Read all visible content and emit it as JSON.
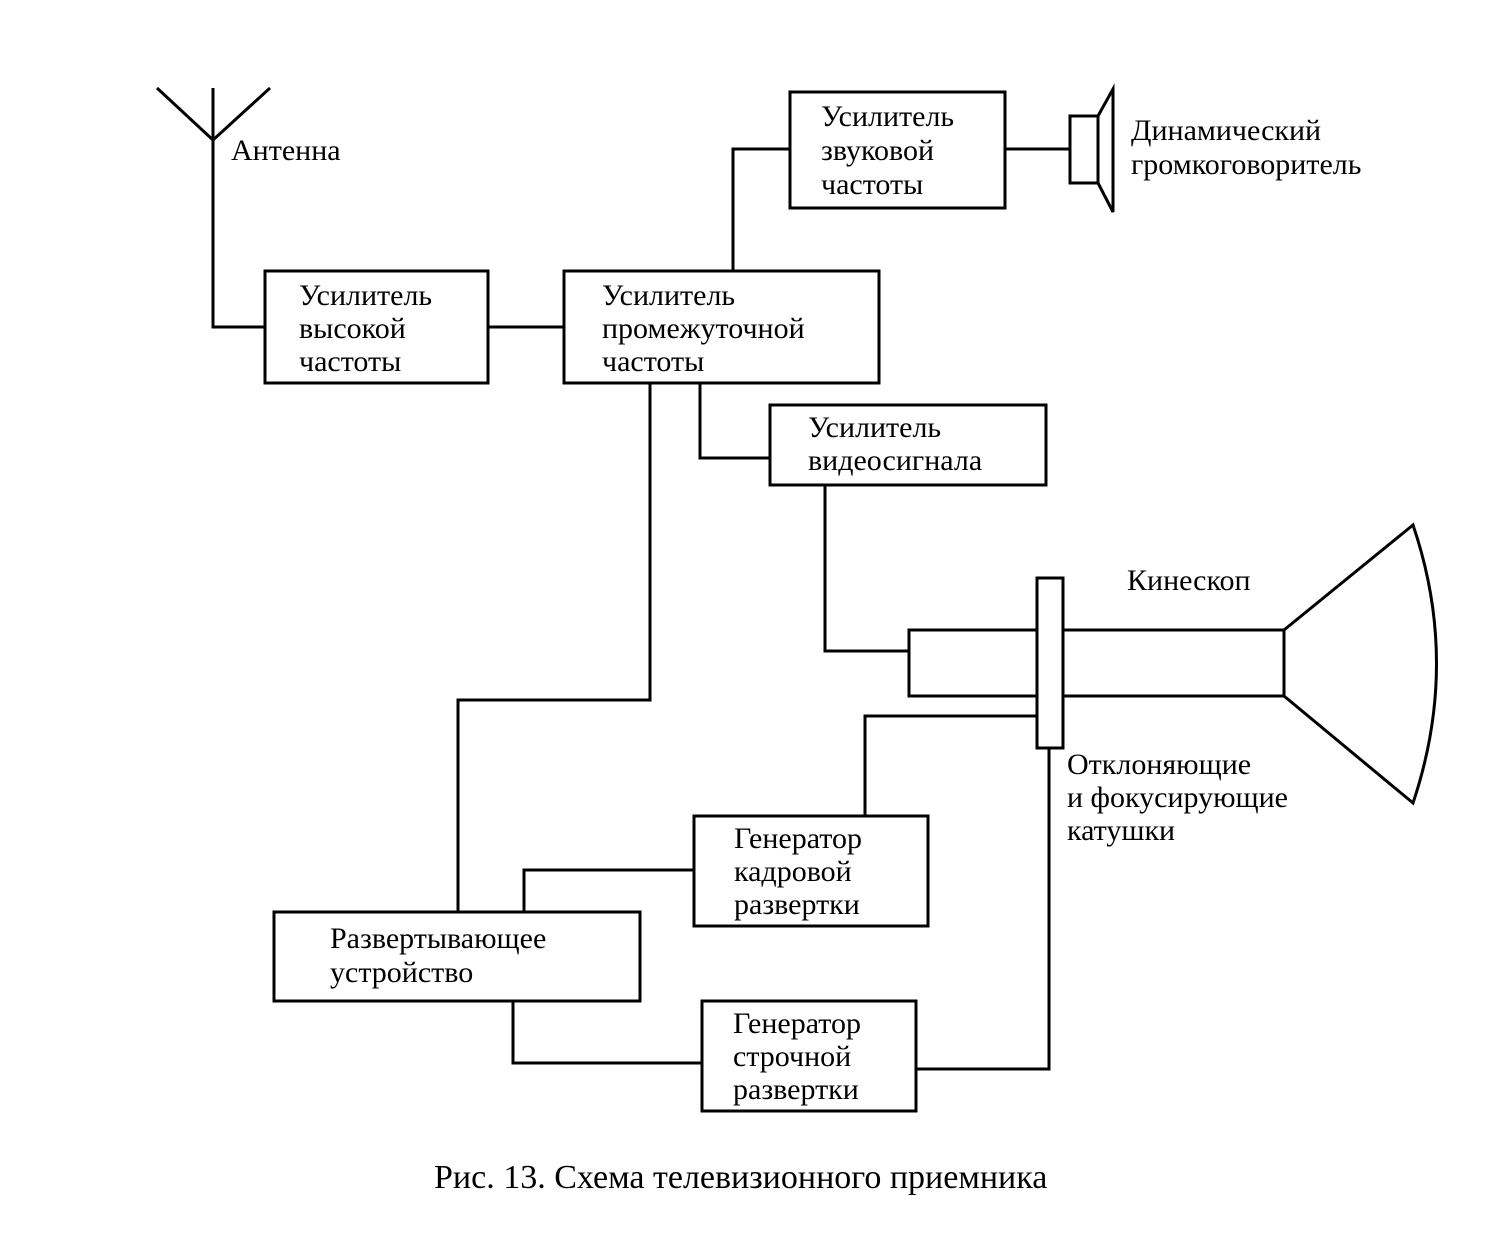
{
  "antenna": {
    "label": "Антенна"
  },
  "rf_amp": {
    "lines": [
      "Усилитель",
      "высокой",
      "частоты"
    ]
  },
  "if_amp": {
    "lines": [
      "Усилитель",
      "промежуточной",
      "частоты"
    ]
  },
  "audio_amp": {
    "lines": [
      "Усилитель",
      "звуковой",
      "частоты"
    ]
  },
  "speaker": {
    "lines": [
      "Динамический",
      "громкоговоритель"
    ]
  },
  "video_amp": {
    "lines": [
      "Усилитель",
      "видеосигнала"
    ]
  },
  "kinescope": {
    "label": "Кинескоп"
  },
  "coils": {
    "lines": [
      "Отклоняющие",
      "и фокусирующие",
      "катушки"
    ]
  },
  "frame_gen": {
    "lines": [
      "Генератор",
      "кадровой",
      "развертки"
    ]
  },
  "sweep": {
    "lines": [
      "Развертывающее",
      "устройство"
    ]
  },
  "line_gen": {
    "lines": [
      "Генератор",
      "строчной",
      "развертки"
    ]
  },
  "caption": "Рис. 13. Схема телевизионного приемника"
}
